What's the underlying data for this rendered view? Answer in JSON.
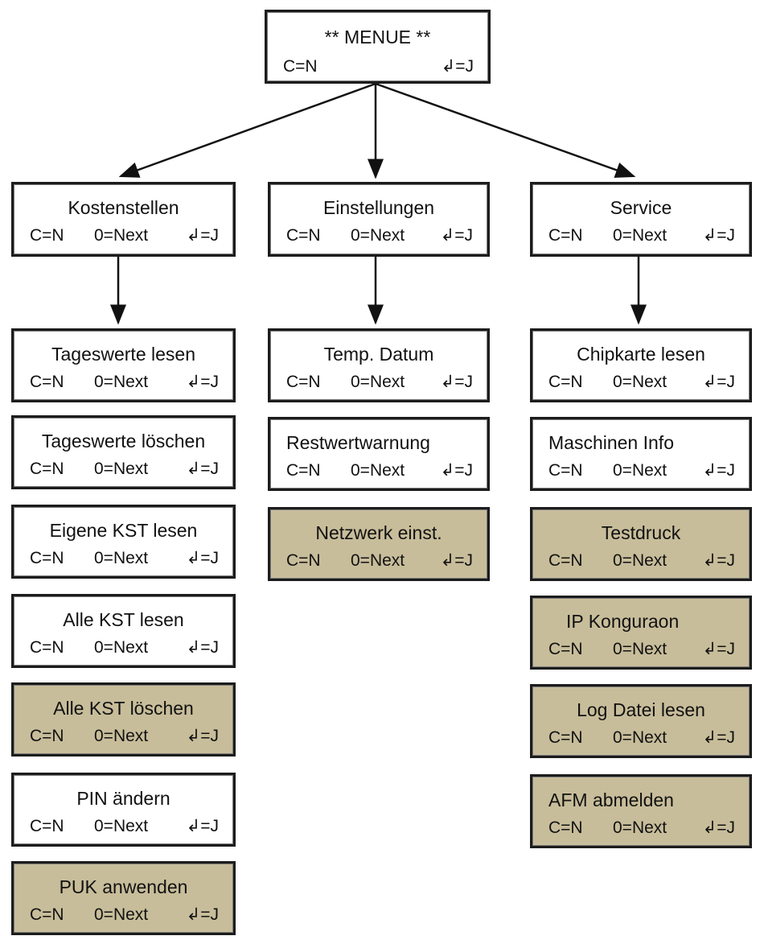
{
  "root": {
    "title": "** MENUE **",
    "c_label": "C=N",
    "j_label": "↲=J"
  },
  "columns": [
    {
      "header": {
        "title": "Kostenstellen",
        "c_label": "C=N",
        "n_label": "0=Next",
        "j_label": "↲=J",
        "shaded": false
      },
      "items": [
        {
          "title": "Tageswerte lesen",
          "c_label": "C=N",
          "n_label": "0=Next",
          "j_label": "↲=J",
          "shaded": false
        },
        {
          "title": "Tageswerte löschen",
          "c_label": "C=N",
          "n_label": "0=Next",
          "j_label": "↲=J",
          "shaded": false
        },
        {
          "title": "Eigene KST lesen",
          "c_label": "C=N",
          "n_label": "0=Next",
          "j_label": "↲=J",
          "shaded": false
        },
        {
          "title": "Alle KST lesen",
          "c_label": "C=N",
          "n_label": "0=Next",
          "j_label": "↲=J",
          "shaded": false
        },
        {
          "title": "Alle KST löschen",
          "c_label": "C=N",
          "n_label": "0=Next",
          "j_label": "↲=J",
          "shaded": true
        },
        {
          "title": "PIN ändern",
          "c_label": "C=N",
          "n_label": "0=Next",
          "j_label": "↲=J",
          "shaded": false
        },
        {
          "title": "PUK anwenden",
          "c_label": "C=N",
          "n_label": "0=Next",
          "j_label": "↲=J",
          "shaded": true
        }
      ]
    },
    {
      "header": {
        "title": "Einstellungen",
        "c_label": "C=N",
        "n_label": "0=Next",
        "j_label": "↲=J",
        "shaded": false
      },
      "items": [
        {
          "title": "Temp. Datum",
          "c_label": "C=N",
          "n_label": "0=Next",
          "j_label": "↲=J",
          "shaded": false
        },
        {
          "title": "Restwertwarnung",
          "c_label": "C=N",
          "n_label": "0=Next",
          "j_label": "↲=J",
          "shaded": false
        },
        {
          "title": "Netzwerk einst.",
          "c_label": "C=N",
          "n_label": "0=Next",
          "j_label": "↲=J",
          "shaded": true
        }
      ]
    },
    {
      "header": {
        "title": "Service",
        "c_label": "C=N",
        "n_label": "0=Next",
        "j_label": "↲=J",
        "shaded": false
      },
      "items": [
        {
          "title": "Chipkarte lesen",
          "c_label": "C=N",
          "n_label": "0=Next",
          "j_label": "↲=J",
          "shaded": false
        },
        {
          "title": "Maschinen Info",
          "c_label": "C=N",
          "n_label": "0=Next",
          "j_label": "↲=J",
          "shaded": false
        },
        {
          "title": "Testdruck",
          "c_label": "C=N",
          "n_label": "0=Next",
          "j_label": "↲=J",
          "shaded": true
        },
        {
          "title": "IP Konguraon",
          "c_label": "C=N",
          "n_label": "0=Next",
          "j_label": "↲=J",
          "shaded": true
        },
        {
          "title": "Log Datei lesen",
          "c_label": "C=N",
          "n_label": "0=Next",
          "j_label": "↲=J",
          "shaded": true
        },
        {
          "title": "AFM abmelden",
          "c_label": "C=N",
          "n_label": "0=Next",
          "j_label": "↲=J",
          "shaded": true
        }
      ]
    }
  ]
}
